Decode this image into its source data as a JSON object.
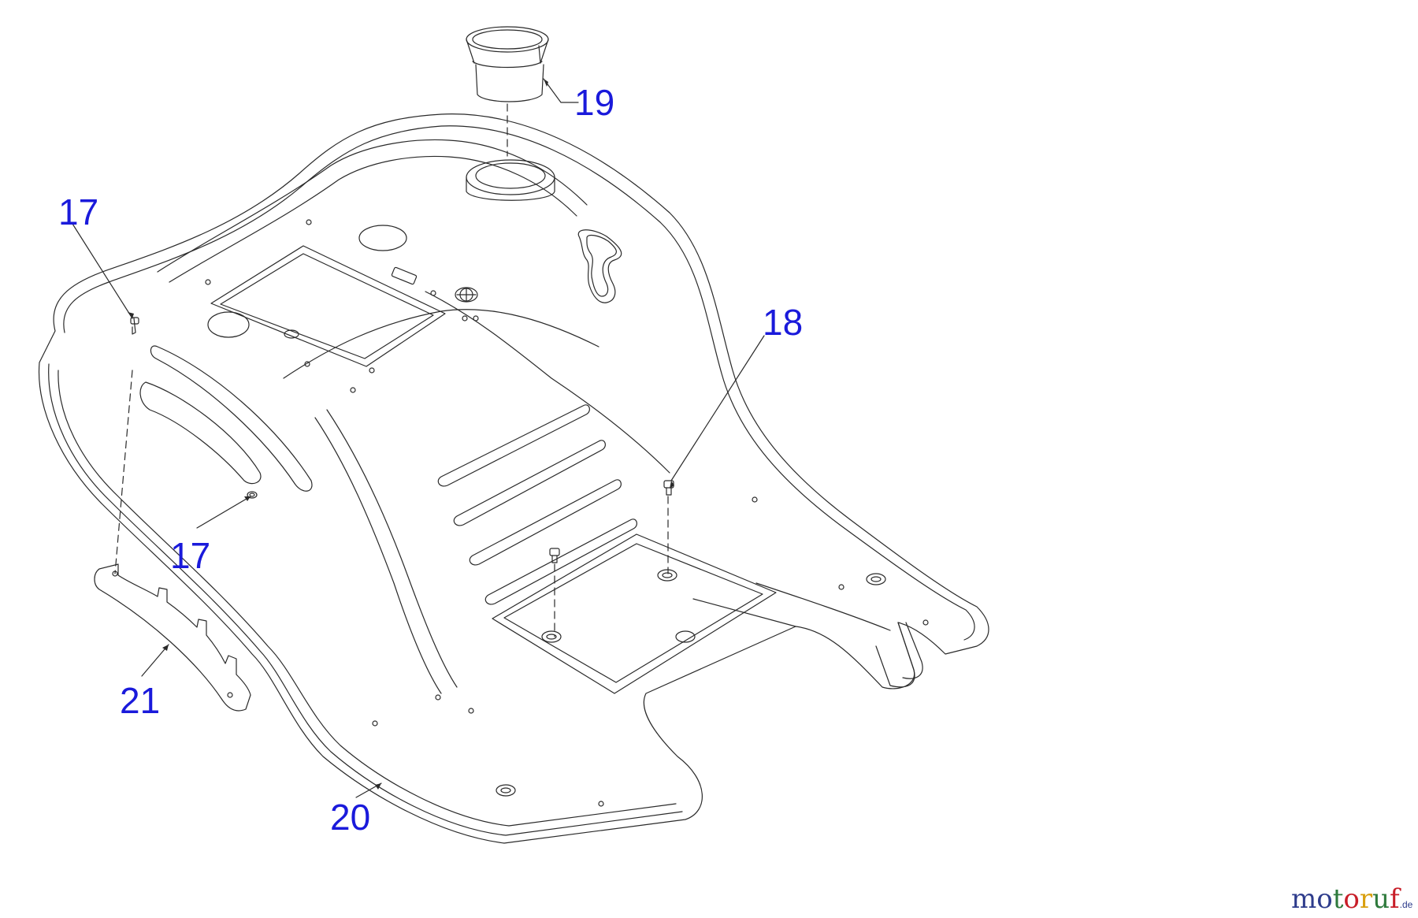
{
  "callouts": {
    "c17a": "17",
    "c17b": "17",
    "c18": "18",
    "c19": "19",
    "c20": "20",
    "c21": "21"
  },
  "logo": {
    "l1": "mo",
    "l2": "t",
    "l3": "o",
    "l4": "r",
    "l5": "u",
    "l6": "f",
    "tld": ".de"
  },
  "colors": {
    "callout": "#1a1adb",
    "line": "#2a2a2a",
    "background": "#ffffff"
  }
}
